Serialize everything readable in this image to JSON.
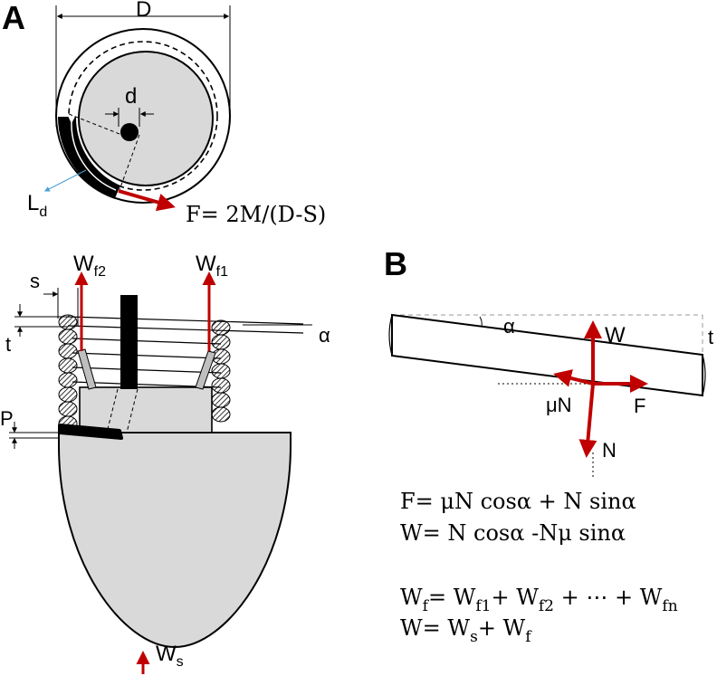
{
  "panel_a": {
    "letter": "A",
    "label_D": "D",
    "label_d": "d",
    "label_L": "L",
    "label_L_sub": "d",
    "force_formula": "F= 2M/(D-S)",
    "label_s": "s",
    "label_t": "t",
    "label_alpha": "α",
    "label_P": "P",
    "label_W": "W",
    "label_Wf2_sub": "f2",
    "label_Wf1_sub": "f1",
    "label_Ws_sub": "s"
  },
  "panel_b": {
    "letter": "B",
    "label_alpha": "α",
    "label_W": "W",
    "label_t": "t",
    "label_muN": "μN",
    "label_F": "F",
    "label_N": "N",
    "eq1": "F= μN cosα + N sinα",
    "eq2": "W= N cosα -Nμ sinα",
    "eq3_lhs": "W",
    "eq3_lhs_sub": "f",
    "eq3_eq": "= W",
    "eq3_t1_sub": "f1",
    "eq3_plus1": "+ W",
    "eq3_t2_sub": "f2",
    "eq3_dots": " + ⋯ + W",
    "eq3_t3_sub": "fn",
    "eq4_a": "W= W",
    "eq4_a_sub": "s",
    "eq4_plus": "+ W",
    "eq4_b_sub": "f"
  },
  "colors": {
    "force_red": "#c00000",
    "fill_gray": "#d9d9d9",
    "leader_blue": "#4a9fd5",
    "ink": "#000000"
  }
}
